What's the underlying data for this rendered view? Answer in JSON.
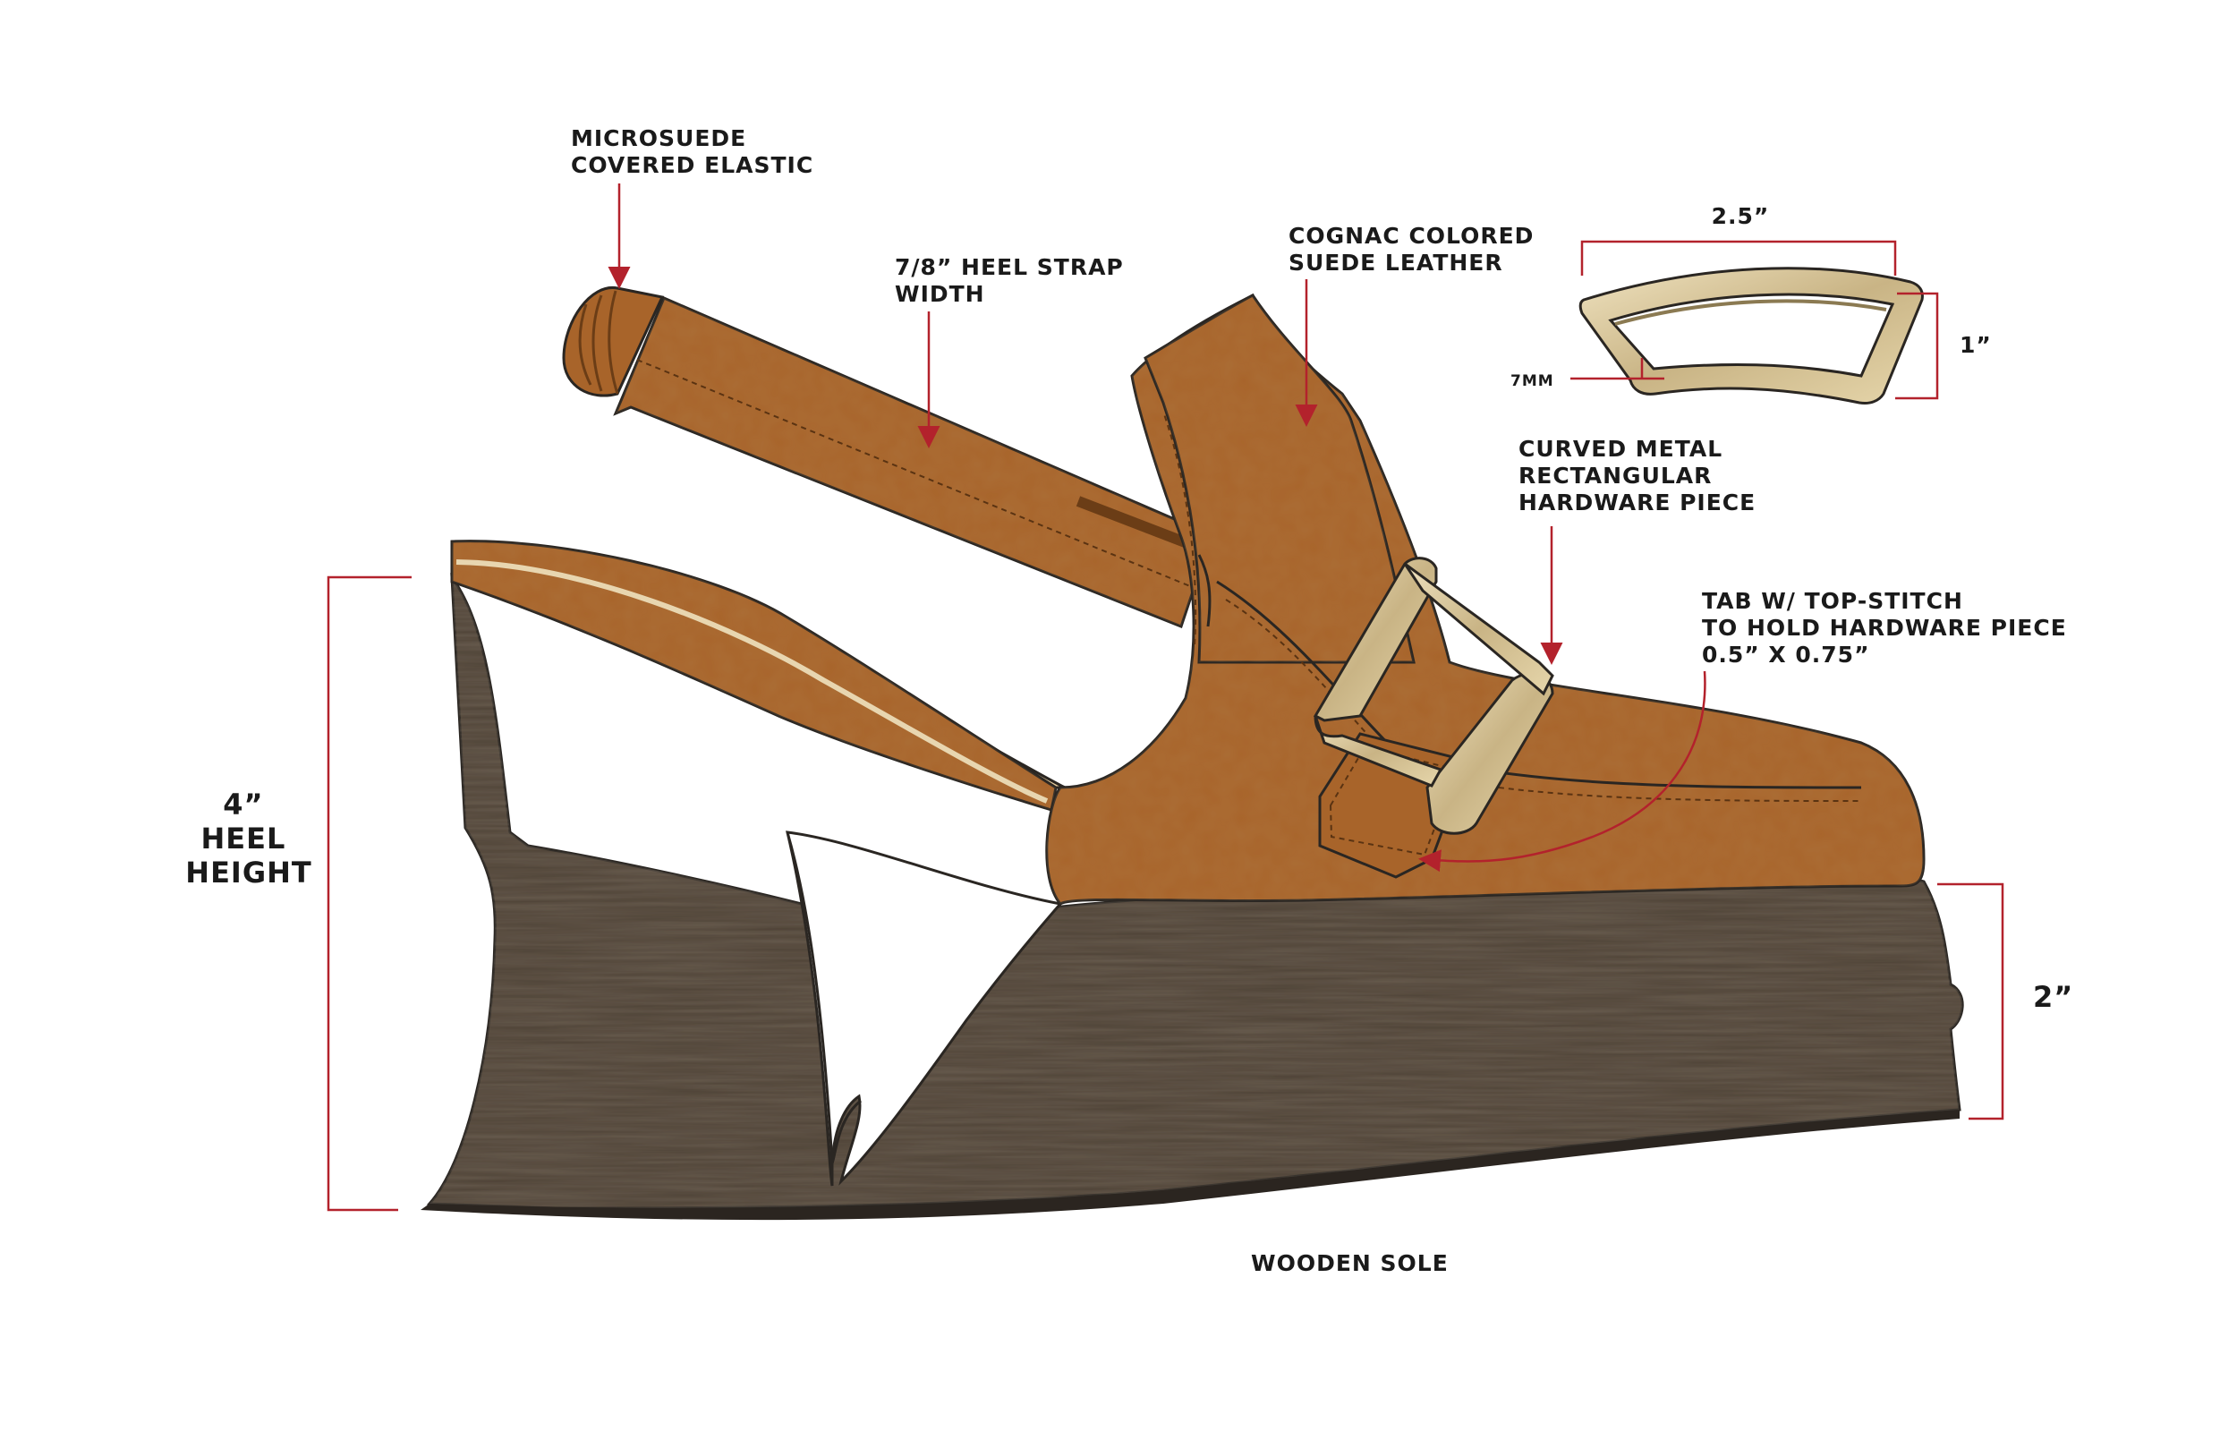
{
  "annotations": {
    "microsuede": [
      "MICROSUEDE",
      "COVERED ELASTIC"
    ],
    "heel_strap": [
      "7/8” HEEL STRAP",
      "WIDTH"
    ],
    "cognac": [
      "COGNAC COLORED",
      "SUEDE LEATHER"
    ],
    "hardware": [
      "CURVED METAL",
      "RECTANGULAR",
      "HARDWARE PIECE"
    ],
    "tab": [
      "TAB W/ TOP-STITCH",
      "TO HOLD HARDWARE PIECE",
      "0.5” X 0.75”"
    ],
    "wooden_sole": "WOODEN SOLE",
    "heel_height": [
      "4”",
      "HEEL",
      "HEIGHT"
    ],
    "platform_height": "2”",
    "hardware_width": "2.5”",
    "hardware_height": "1”",
    "hardware_thickness": "7MM"
  },
  "colors": {
    "suede": "#a8642a",
    "suede_dark": "#8a4f20",
    "wood": "#4e4236",
    "wood_dark": "#3a3028",
    "metal": "#d8c69a",
    "callout": "#b3222c"
  }
}
